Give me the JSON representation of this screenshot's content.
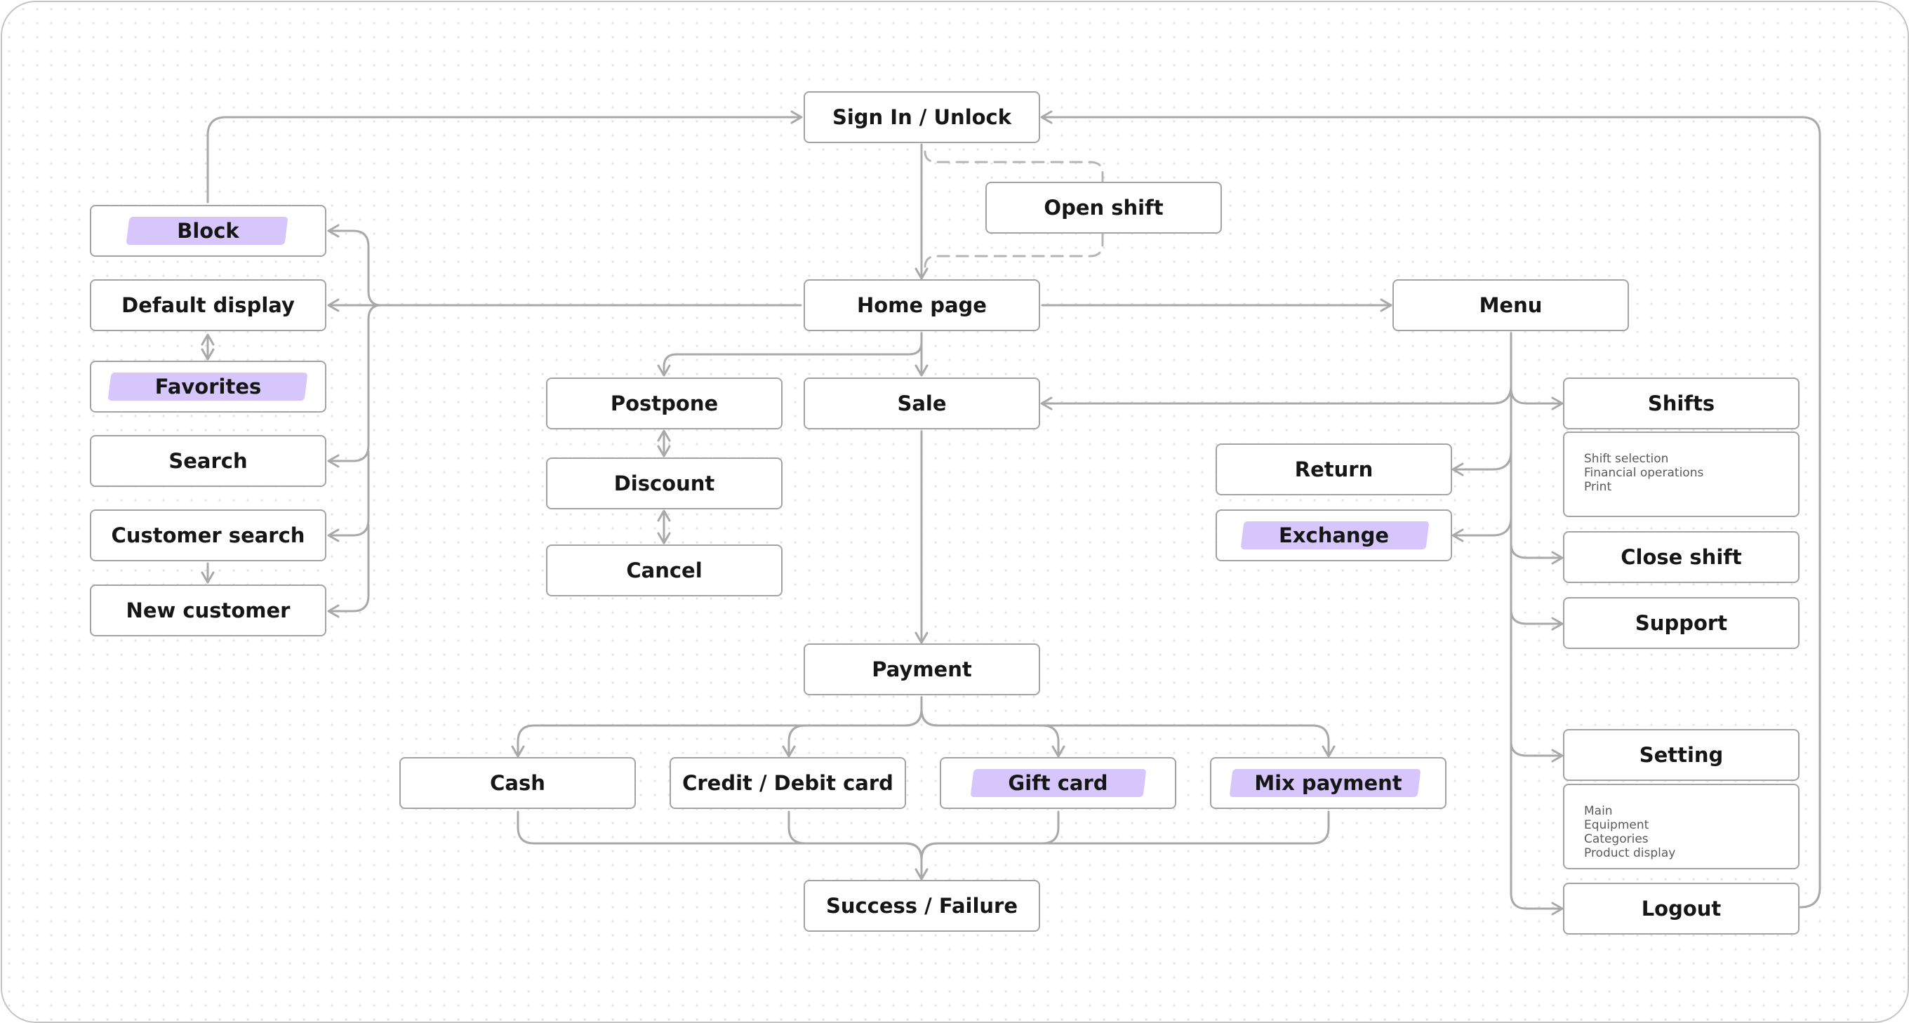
{
  "nodes": {
    "sign_in": "Sign In / Unlock",
    "open_shift": "Open shift",
    "home": "Home page",
    "menu": "Menu",
    "block": "Block",
    "default_display": "Default display",
    "favorites": "Favorites",
    "search": "Search",
    "customer_search": "Customer search",
    "new_customer": "New customer",
    "postpone": "Postpone",
    "discount": "Discount",
    "cancel": "Cancel",
    "sale": "Sale",
    "payment": "Payment",
    "cash": "Cash",
    "card": "Credit / Debit card",
    "gift_card": "Gift card",
    "mix_payment": "Mix payment",
    "result": "Success / Failure",
    "shifts": "Shifts",
    "return": "Return",
    "exchange": "Exchange",
    "close_shift": "Close shift",
    "support": "Support",
    "setting": "Setting",
    "logout": "Logout"
  },
  "notes": {
    "shifts": [
      "Shift selection",
      "Financial operations",
      "Print"
    ],
    "setting": [
      "Main",
      "Equipment",
      "Categories",
      "Product display"
    ]
  },
  "colors": {
    "highlight": "#d6c6fb",
    "connector": "#a9a9a9",
    "box_border": "#a3a3a3"
  }
}
